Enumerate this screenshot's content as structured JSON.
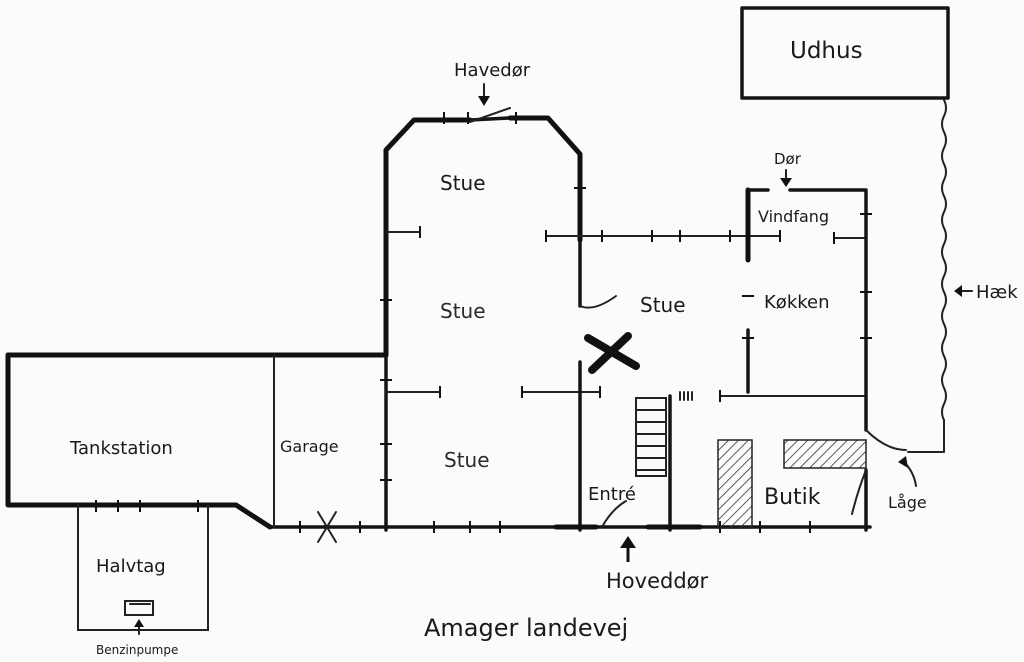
{
  "rooms": {
    "udhus": "Udhus",
    "stue_top": "Stue",
    "stue_middle": "Stue",
    "stue_right": "Stue",
    "stue_bottom": "Stue",
    "vindfang": "Vindfang",
    "kokken": "Køkken",
    "tankstation": "Tankstation",
    "garage": "Garage",
    "entre": "Entré",
    "butik": "Butik",
    "halvtag": "Halvtag"
  },
  "annotations": {
    "havedor": "Havedør",
    "dor": "Dør",
    "haek": "Hæk",
    "hoveddor": "Hoveddør",
    "laage": "Låge",
    "benzinpumpe": "Benzinpumpe"
  },
  "road": "Amager landevej",
  "colors": {
    "ink": "#141414",
    "paper": "#fbfbf9"
  }
}
